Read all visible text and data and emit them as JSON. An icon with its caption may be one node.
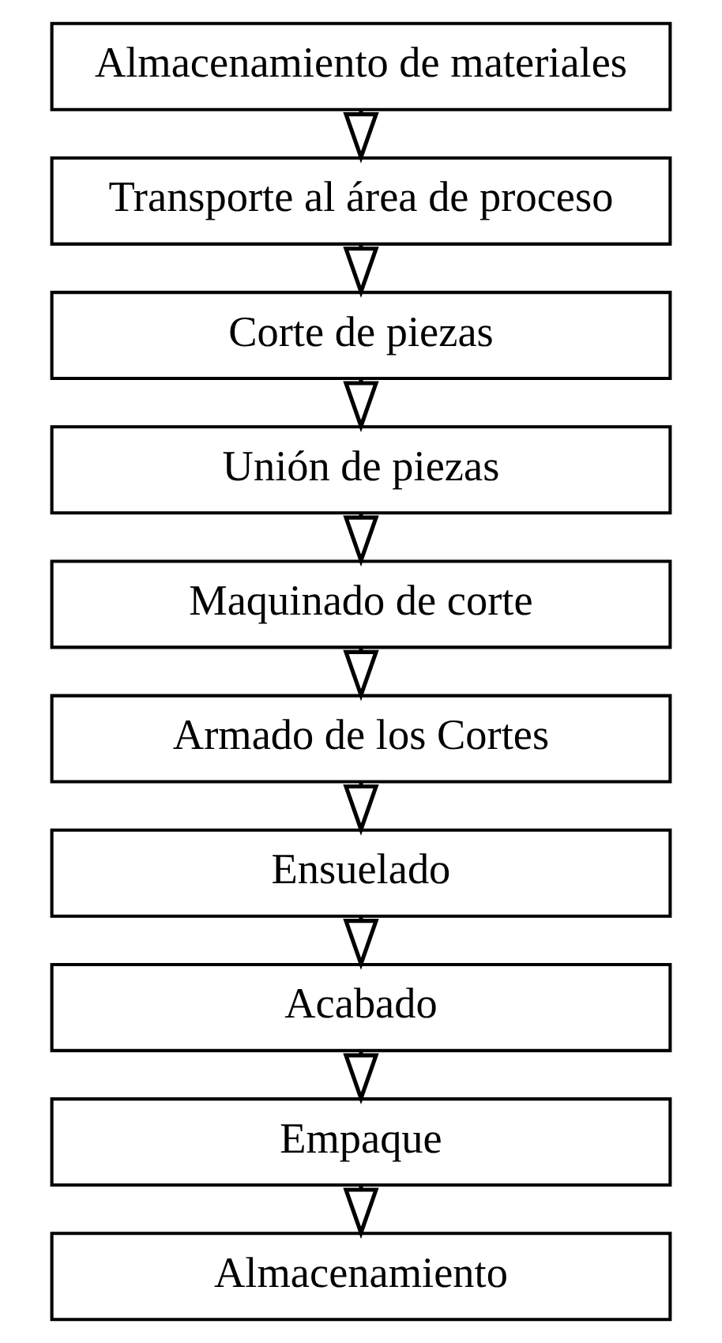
{
  "diagram": {
    "nodes": [
      {
        "text": [
          "Almacenamiento de materiales"
        ]
      },
      {
        "text": [
          "Transporte al área de proceso"
        ]
      },
      {
        "text": [
          "Corte de piezas"
        ]
      },
      {
        "text": [
          "Unión de piezas"
        ]
      },
      {
        "text": [
          "Maquinado de corte"
        ]
      },
      {
        "text": [
          "Armado de los Cortes"
        ]
      },
      {
        "text": [
          "Ensuelado"
        ]
      },
      {
        "text": [
          "Acabado"
        ]
      },
      {
        "text": [
          "Empaque"
        ]
      },
      {
        "text": [
          "Almacenamiento"
        ]
      }
    ],
    "edges": [
      {
        "from": 0,
        "to": 1,
        "arrow": "to"
      },
      {
        "from": 1,
        "to": 2,
        "arrow": "to"
      },
      {
        "from": 2,
        "to": 3,
        "arrow": "to"
      },
      {
        "from": 3,
        "to": 4,
        "arrow": "to"
      },
      {
        "from": 4,
        "to": 5,
        "arrow": "to"
      },
      {
        "from": 5,
        "to": 6,
        "arrow": "to"
      },
      {
        "from": 6,
        "to": 7,
        "arrow": "to"
      },
      {
        "from": 7,
        "to": 8,
        "arrow": "to"
      },
      {
        "from": 8,
        "to": 9,
        "arrow": "to"
      }
    ]
  }
}
